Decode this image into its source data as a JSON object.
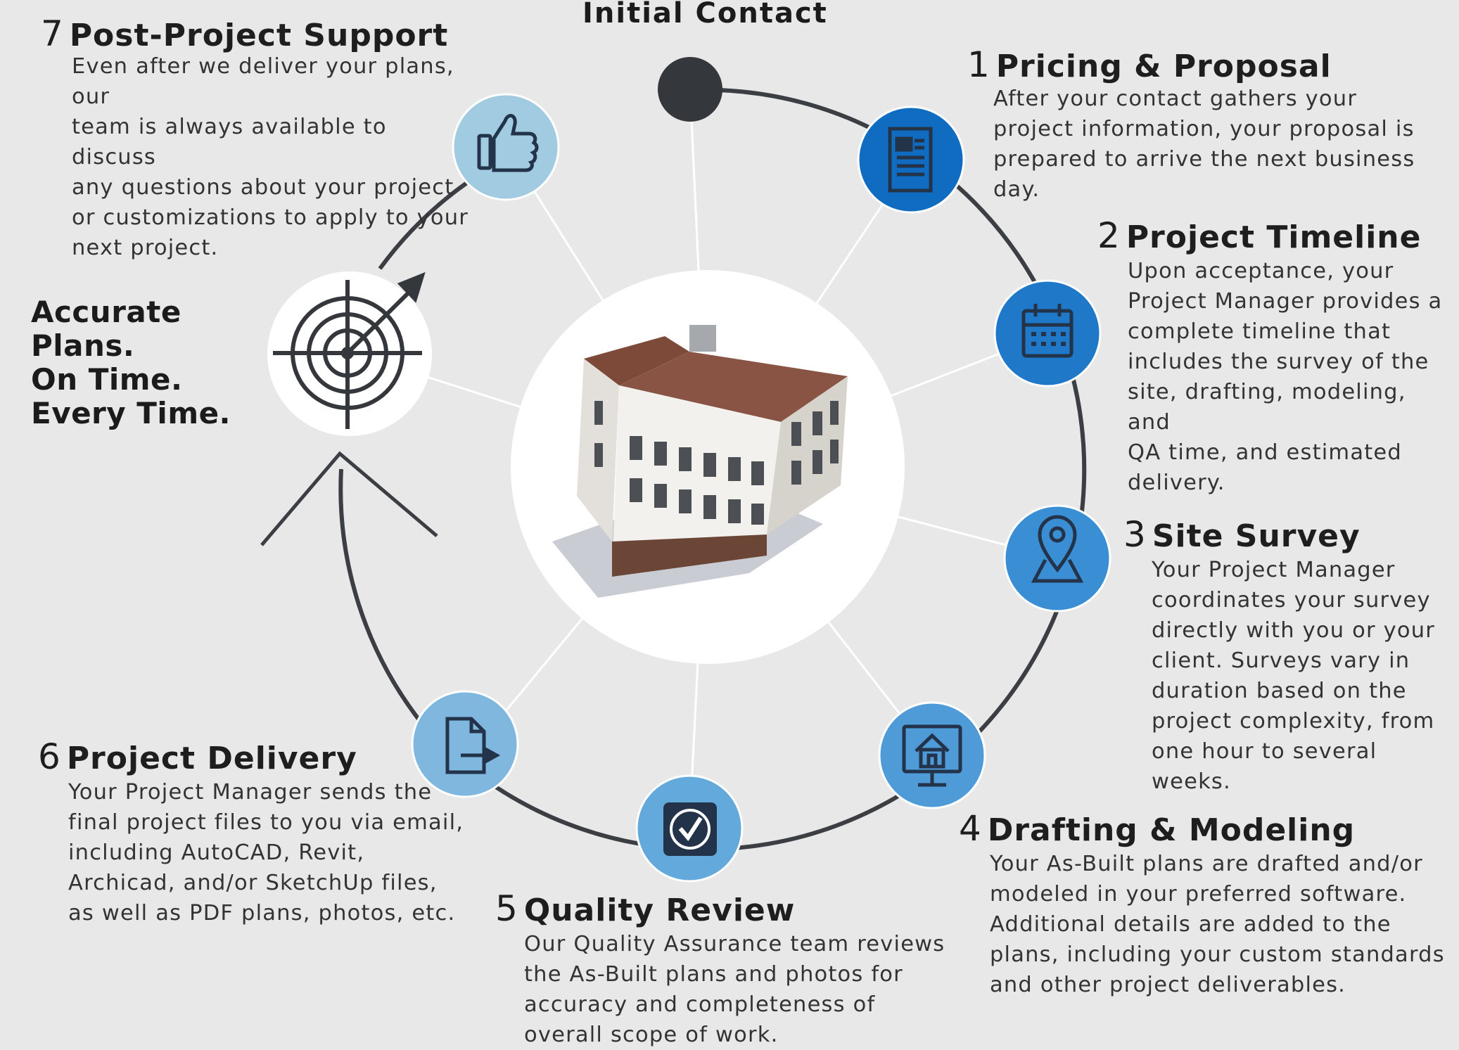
{
  "header": {
    "initial_contact": "Initial Contact"
  },
  "tagline": "Accurate Plans.\nOn Time.\nEvery Time.",
  "steps": [
    {
      "num": "1",
      "title": "Pricing & Proposal",
      "body": "After your contact gathers your\nproject information, your proposal is\nprepared to arrive the next business\nday.",
      "icon": "document-icon",
      "color": "#0f6cc1"
    },
    {
      "num": "2",
      "title": "Project Timeline",
      "body": "Upon acceptance, your\nProject Manager provides a\ncomplete timeline that\nincludes the survey of the\nsite, drafting, modeling, and\nQA time, and estimated\ndelivery.",
      "icon": "calendar-icon",
      "color": "#1f78c8"
    },
    {
      "num": "3",
      "title": "Site Survey",
      "body": "Your Project Manager\ncoordinates your survey\ndirectly with you or your\nclient. Surveys vary in\nduration based on the\nproject complexity, from\none hour to several weeks.",
      "icon": "map-pin-icon",
      "color": "#3a8ed3"
    },
    {
      "num": "4",
      "title": "Drafting & Modeling",
      "body": "Your As-Built plans are drafted and/or\nmodeled in your preferred software.\nAdditional details are added to the\nplans, including your custom standards\nand other project deliverables.",
      "icon": "monitor-home-icon",
      "color": "#4e9bd8"
    },
    {
      "num": "5",
      "title": "Quality Review",
      "body": "Our Quality Assurance team reviews\nthe As-Built plans and photos for\naccuracy and completeness of\noverall scope of work.",
      "icon": "checkbox-icon",
      "color": "#64a9dc"
    },
    {
      "num": "6",
      "title": "Project Delivery",
      "body": "Your Project Manager sends the\nfinal project files to you via email,\nincluding AutoCAD, Revit,\nArchicad, and/or SketchUp files,\nas well as PDF plans, photos, etc.",
      "icon": "file-export-icon",
      "color": "#7fb7de"
    },
    {
      "num": "7",
      "title": "Post-Project Support",
      "body": "Even after we deliver your plans, our\nteam is always available to discuss\nany questions about your project\nor customizations to apply to your\nnext project.",
      "icon": "thumbs-up-icon",
      "color": "#a1cbe0"
    }
  ],
  "colors": {
    "ring": "#3b3e42",
    "start_dot": "#34373b",
    "spoke": "#ffffff",
    "background": "#e8e8e9"
  }
}
